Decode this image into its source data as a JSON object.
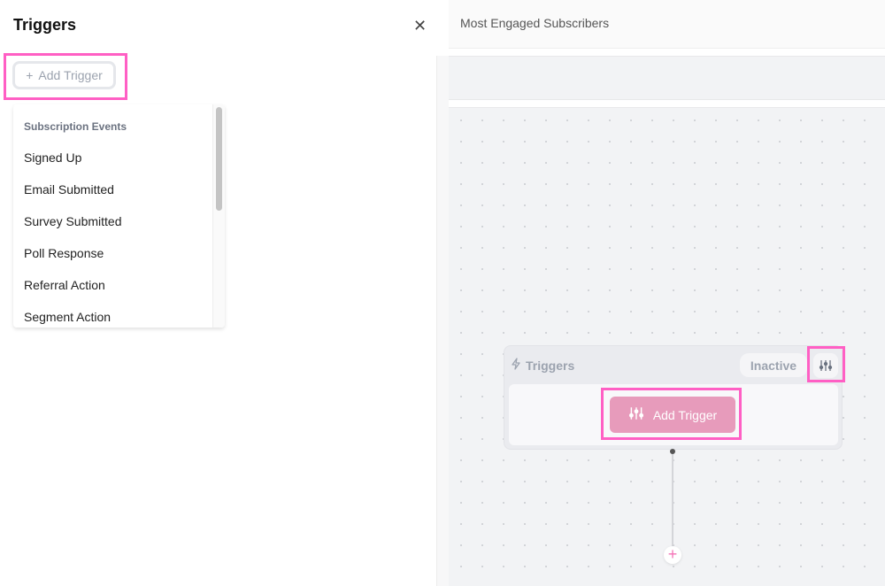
{
  "panel": {
    "title": "Triggers",
    "close_icon": "close-icon",
    "add_trigger_label": "Add Trigger",
    "dropdown": {
      "section_header": "Subscription Events",
      "items": [
        "Signed Up",
        "Email Submitted",
        "Survey Submitted",
        "Poll Response",
        "Referral Action",
        "Segment Action"
      ]
    }
  },
  "workflow": {
    "title": "Most Engaged Subscribers",
    "node": {
      "title": "Triggers",
      "status": "Inactive",
      "add_trigger_label": "Add Trigger"
    }
  },
  "colors": {
    "highlight": "#ff5fc4",
    "accent": "#e79bbb"
  }
}
